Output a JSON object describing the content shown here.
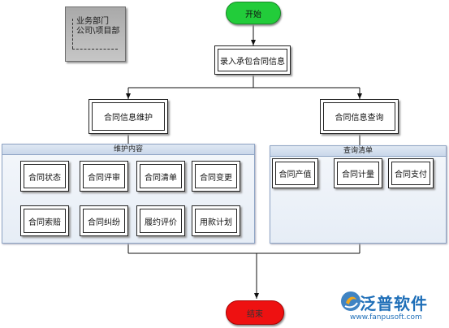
{
  "legend": {
    "line1": "业务部门",
    "line2": "公司\\项目部"
  },
  "start": {
    "label": "开始"
  },
  "end": {
    "label": "结束"
  },
  "steps": {
    "record_contract": "录入承包合同信息",
    "maintain_info": "合同信息维护",
    "query_info": "合同信息查询"
  },
  "maintain_group": {
    "title": "维护内容",
    "items": [
      "合同状态",
      "合同评审",
      "合同清单",
      "合同变更",
      "合同索赔",
      "合同纠纷",
      "履约评价",
      "用款计划"
    ]
  },
  "query_group": {
    "title": "查询清单",
    "items": [
      "合同产值",
      "合同计量",
      "合同支付"
    ]
  },
  "watermark": {
    "brand": "泛普软件",
    "url": "www.fanpusoft.com"
  },
  "colors": {
    "start": "#22cc3a",
    "end": "#ee1111",
    "group_border": "#8ea4c4",
    "brand": "#1f6fb8"
  }
}
